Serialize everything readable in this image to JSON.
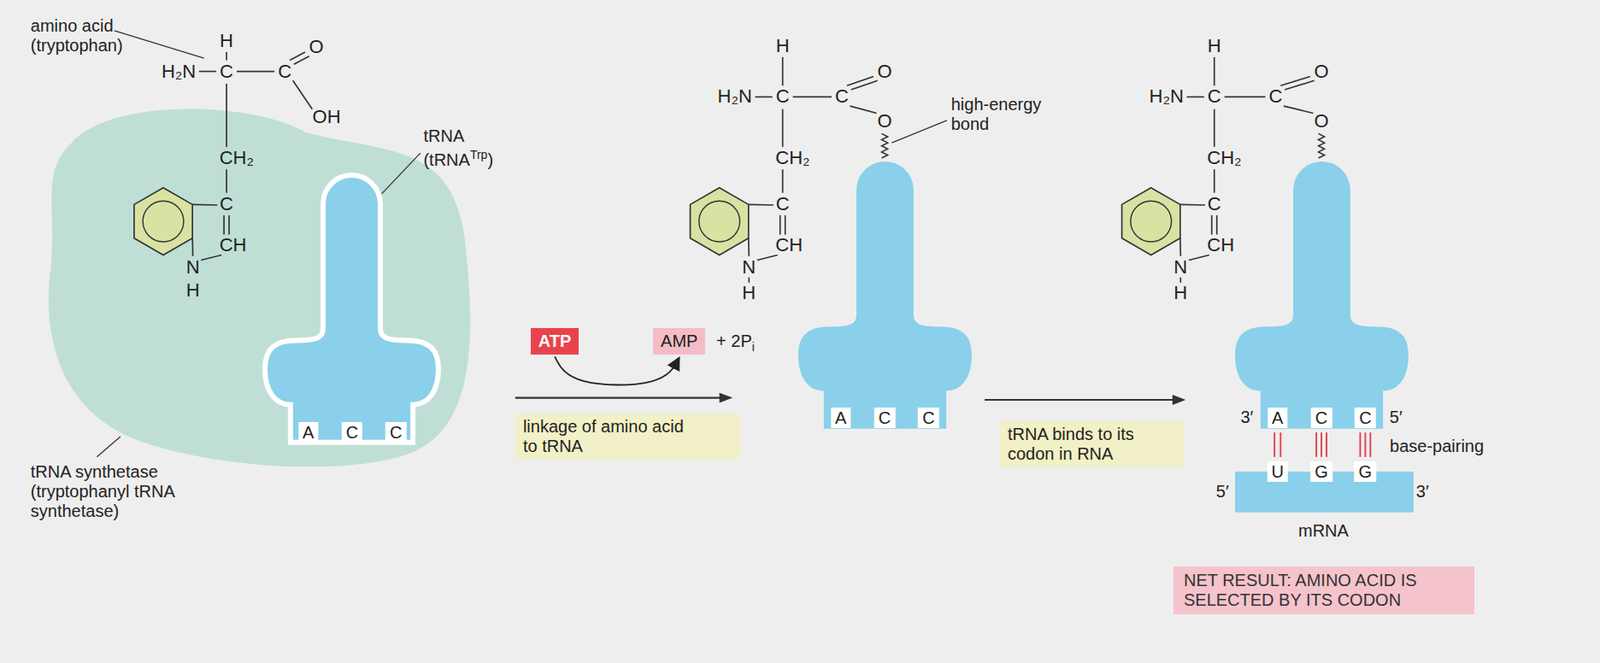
{
  "diagram": {
    "nodes": [
      {
        "text": [
          "A",
          "C",
          "C"
        ]
      },
      {
        "text": [
          "ATP"
        ]
      },
      {
        "text": [
          "AMP"
        ]
      },
      {
        "text": [
          "linkage of amino acid to tRNA"
        ]
      },
      {
        "text": [
          "A",
          "C",
          "C"
        ]
      },
      {
        "text": [
          "tRNA binds to its codon in RNA"
        ]
      },
      {
        "text": [
          "A",
          "C",
          "C"
        ]
      },
      {
        "text": [
          "U",
          "G",
          "G"
        ]
      },
      {
        "text": [
          "NET RESULT: AMINO ACID IS SELECTED BY ITS CODON"
        ]
      }
    ],
    "edges": [
      {
        "from": 1,
        "to": 2,
        "arrow": "to"
      }
    ],
    "labels": [
      "amino acid (tryptophan)",
      "H",
      "H₂N",
      "C",
      "C",
      "O",
      "OH",
      "CH₂",
      "C",
      "CH",
      "N",
      "H",
      "tRNA",
      "(tRNA",
      "Trp",
      ")",
      "tRNA synthetase (tryptophanyl tRNA synthetase)",
      "+ 2P",
      "i",
      "H",
      "H₂N",
      "C",
      "C",
      "O",
      "O",
      "CH₂",
      "C",
      "CH",
      "N",
      "H",
      "high-energy bond",
      "H",
      "H₂N",
      "C",
      "C",
      "O",
      "O",
      "CH₂",
      "C",
      "CH",
      "N",
      "H",
      "3′",
      "5′",
      "base-pairing",
      "5′",
      "3′",
      "mRNA"
    ]
  }
}
